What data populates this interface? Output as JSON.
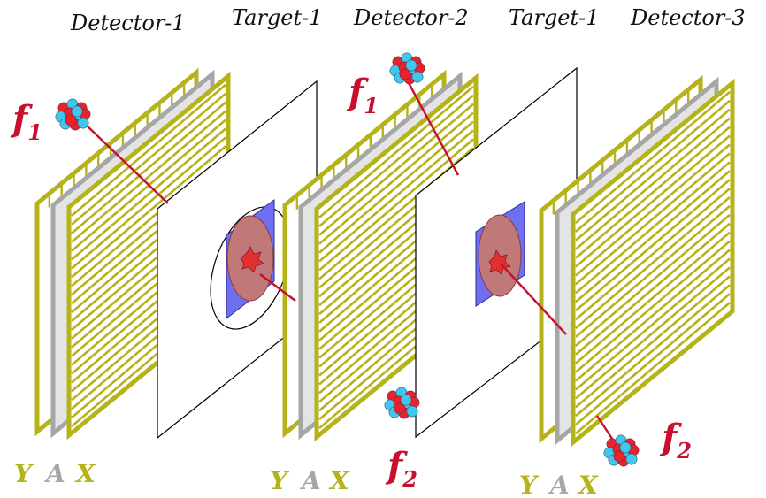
{
  "titles": {
    "detector_1": "Detector-1",
    "target_1": "Target-1",
    "detector_2": "Detector-2",
    "target_2": "Target-1",
    "detector_3": "Detector-3"
  },
  "fragments": {
    "f1": {
      "letter": "f",
      "sub": "1"
    },
    "f2": {
      "letter": "f",
      "sub": "2"
    }
  },
  "plane_labels": {
    "y": "Y",
    "a": "A",
    "x": "X"
  },
  "colors": {
    "strip": "#b5b31a",
    "absorber": "#a6a6a6",
    "absorber_fill": "#e4e4e4",
    "track": "#c8102e",
    "target_blue": "#6f6ff2",
    "target_spot": "#c07878",
    "proton": "#e8222e",
    "neutron": "#3ec8f0"
  }
}
